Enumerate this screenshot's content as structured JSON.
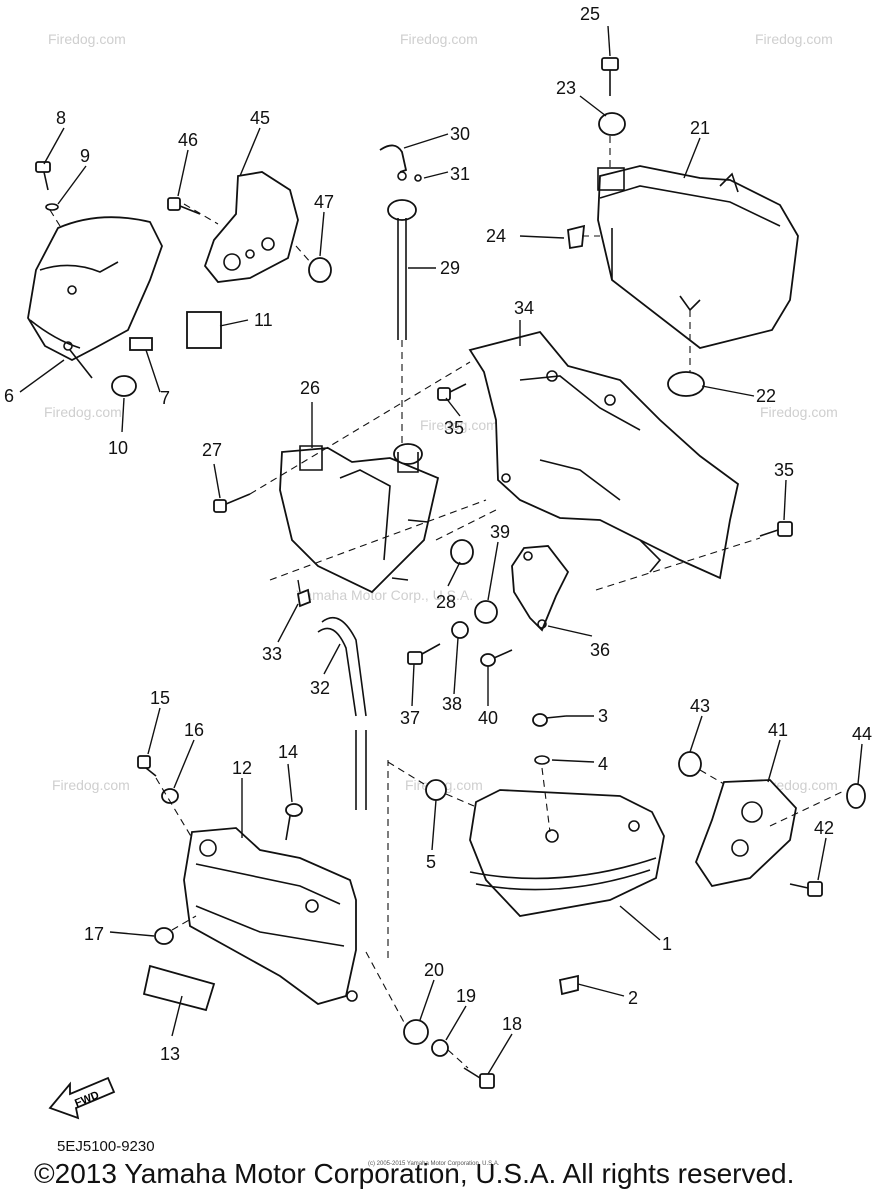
{
  "watermark": "Firedog.com",
  "center_watermark": "Yamaha Motor Corp., U.S.A.",
  "fwd_label": "FWD",
  "diagram_code": "5EJ5100-9230",
  "tiny_note": "(c) 2005-2015 Yamaha Motor Corporation, U.S.A.",
  "copyright": "©2013 Yamaha Motor Corporation, U.S.A. All rights reserved.",
  "callouts": [
    "1",
    "2",
    "3",
    "4",
    "5",
    "6",
    "7",
    "8",
    "9",
    "10",
    "11",
    "12",
    "13",
    "14",
    "15",
    "16",
    "17",
    "18",
    "19",
    "20",
    "21",
    "22",
    "23",
    "24",
    "25",
    "26",
    "27",
    "28",
    "29",
    "30",
    "31",
    "32",
    "33",
    "34",
    "35",
    "36",
    "37",
    "38",
    "39",
    "40",
    "41",
    "42",
    "43",
    "44",
    "45",
    "46",
    "47"
  ]
}
